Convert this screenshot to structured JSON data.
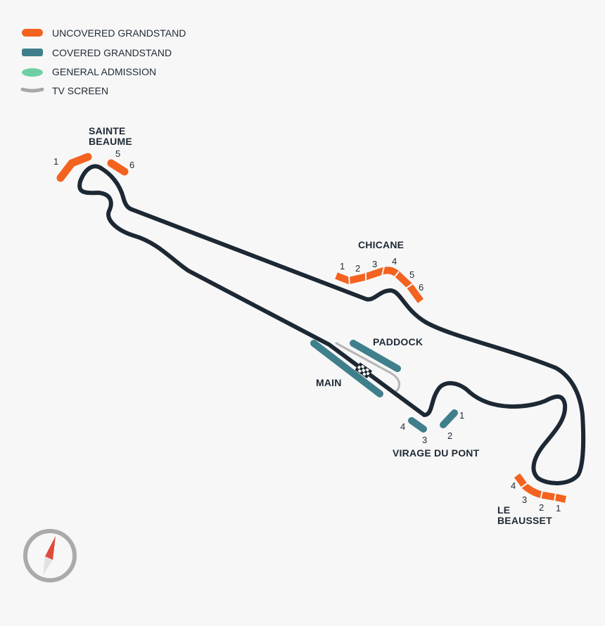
{
  "colors": {
    "background": "#f7f7f7",
    "track": "#1c2833",
    "uncovered_grandstand": "#f4621f",
    "covered_grandstand": "#3f7f8c",
    "general_admission": "#6fcea6",
    "tv_screen": "#a7a7a7",
    "compass_ring": "#aaaaaa",
    "compass_north": "#e04a3b",
    "compass_south": "#e0e0e0"
  },
  "legend": [
    {
      "label": "UNCOVERED GRANDSTAND",
      "color": "#f4621f",
      "icon": "orange-bar-icon"
    },
    {
      "label": "COVERED GRANDSTAND",
      "color": "#3f7f8c",
      "icon": "teal-bar-icon"
    },
    {
      "label": "GENERAL ADMISSION",
      "color": "#6fcea6",
      "icon": "green-oval-icon"
    },
    {
      "label": "TV SCREEN",
      "color": "#a7a7a7",
      "icon": "grey-arc-icon"
    }
  ],
  "areas": {
    "sainte_beaume": {
      "line1": "SAINTE",
      "line2": "BEAUME",
      "stands": [
        "1",
        "5",
        "6"
      ]
    },
    "chicane": {
      "title": "CHICANE",
      "stands": [
        "1",
        "2",
        "3",
        "4",
        "5",
        "6"
      ]
    },
    "paddock": {
      "title": "PADDOCK"
    },
    "main": {
      "title": "MAIN"
    },
    "virage_du_pont": {
      "title": "VIRAGE DU PONT",
      "stands": [
        "1",
        "2",
        "3",
        "4"
      ]
    },
    "le_beausset": {
      "line1": "LE",
      "line2": "BEAUSSET",
      "stands": [
        "1",
        "2",
        "3",
        "4"
      ]
    }
  },
  "compass": {
    "icon": "compass-icon"
  }
}
